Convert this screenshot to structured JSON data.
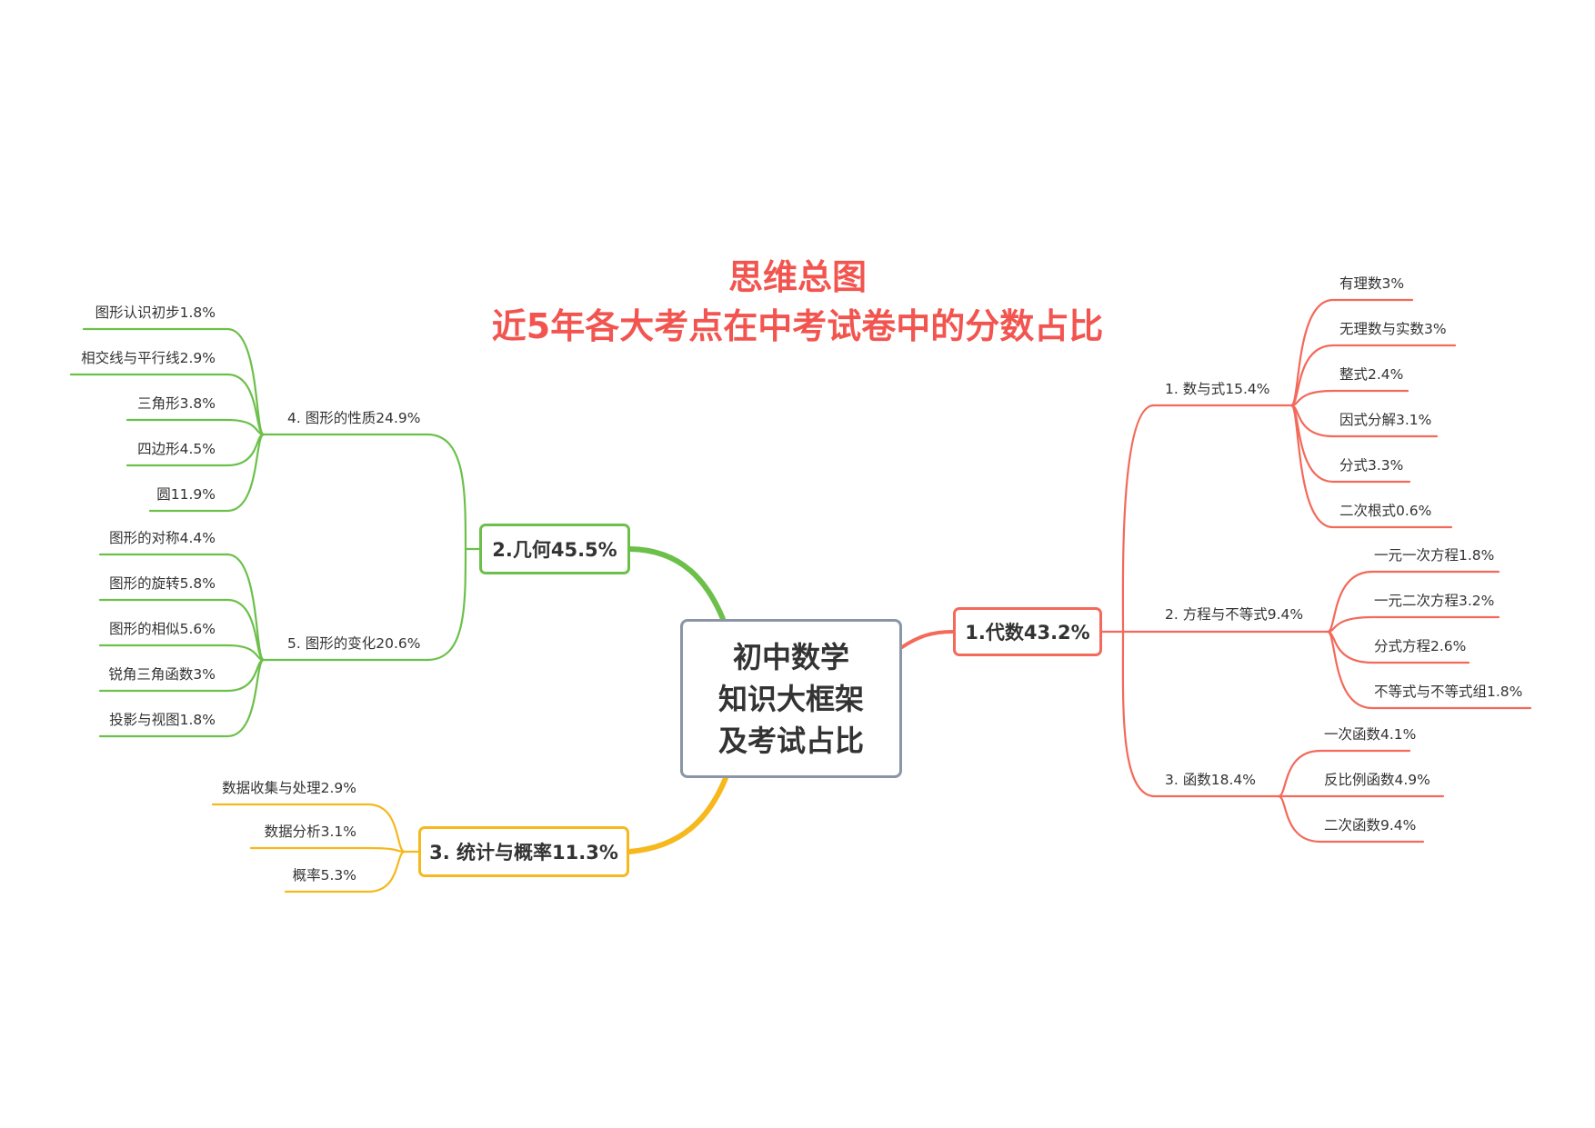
{
  "title": {
    "line1": "思维总图",
    "line2": "近5年各大考点在中考试卷中的分数占比"
  },
  "center": {
    "line1": "初中数学",
    "line2": "知识大框架",
    "line3": "及考试占比"
  },
  "colors": {
    "title": "#f25550",
    "algebra": "#f3695a",
    "geometry": "#6cc04a",
    "statistics": "#f6b81c",
    "center_border": "#8a96a6"
  },
  "algebra": {
    "label": "1.代数43.2%",
    "groups": [
      {
        "label": "1. 数与式15.4%",
        "items": [
          "有理数3%",
          "无理数与实数3%",
          "整式2.4%",
          "因式分解3.1%",
          "分式3.3%",
          "二次根式0.6%"
        ]
      },
      {
        "label": "2. 方程与不等式9.4%",
        "items": [
          "一元一次方程1.8%",
          "一元二次方程3.2%",
          "分式方程2.6%",
          "不等式与不等式组1.8%"
        ]
      },
      {
        "label": "3. 函数18.4%",
        "items": [
          "一次函数4.1%",
          "反比例函数4.9%",
          "二次函数9.4%"
        ]
      }
    ]
  },
  "geometry": {
    "label": "2.几何45.5%",
    "groups": [
      {
        "label": "4. 图形的性质24.9%",
        "items": [
          "图形认识初步1.8%",
          "相交线与平行线2.9%",
          "三角形3.8%",
          "四边形4.5%",
          "圆11.9%"
        ]
      },
      {
        "label": "5. 图形的变化20.6%",
        "items": [
          "图形的对称4.4%",
          "图形的旋转5.8%",
          "图形的相似5.6%",
          "锐角三角函数3%",
          "投影与视图1.8%"
        ]
      }
    ]
  },
  "statistics": {
    "label": "3. 统计与概率11.3%",
    "items": [
      "数据收集与处理2.9%",
      "数据分析3.1%",
      "概率5.3%"
    ]
  }
}
